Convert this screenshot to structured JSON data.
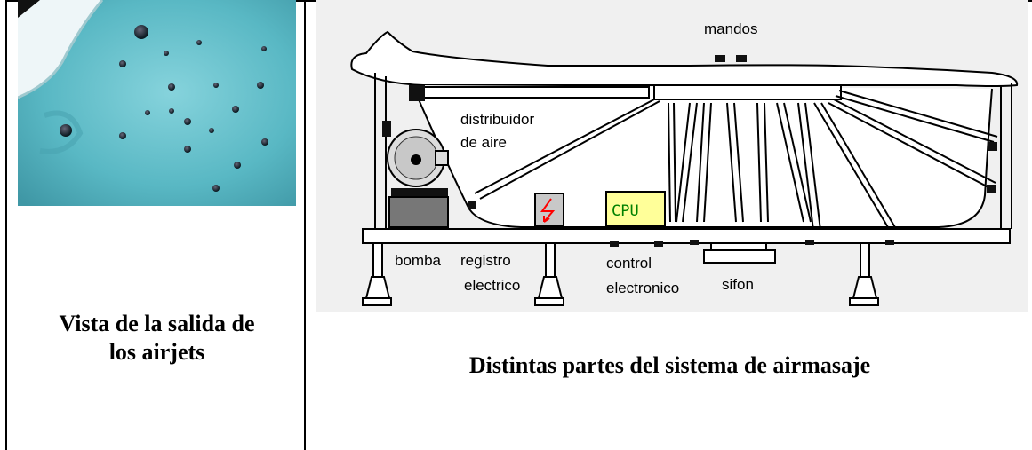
{
  "left_caption": {
    "line1": "Vista de la salida de",
    "line2": "los airjets"
  },
  "right_caption": "Distintas partes del sistema de airmasaje",
  "diagram_labels": {
    "mandos": "mandos",
    "distribuidor_line1": "distribuidor",
    "distribuidor_line2": "de aire",
    "bomba": "bomba",
    "registro_line1": "registro",
    "registro_line2": "electrico",
    "control_line1": "control",
    "control_line2": "electronico",
    "sifon": "sifon",
    "cpu": "CPU"
  },
  "colors": {
    "water": "#59b8c4",
    "cpu_box": "#ffff99",
    "cpu_text": "#008000",
    "register_symbol": "#ff0000"
  }
}
